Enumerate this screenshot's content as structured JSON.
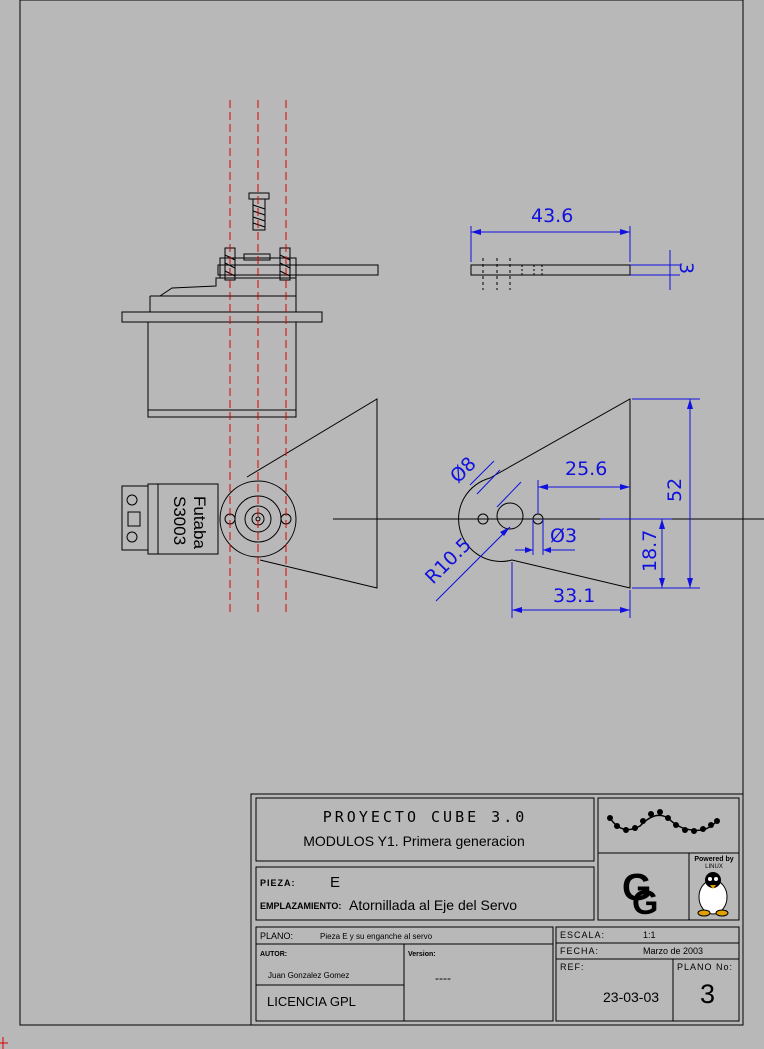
{
  "title_block": {
    "project": "PROYECTO CUBE 3.0",
    "subtitle": "MODULOS Y1. Primera generacion",
    "pieza_label": "PIEZA:",
    "pieza_value": "E",
    "emplazamiento_label": "EMPLAZAMIENTO:",
    "emplazamiento_value": "Atornillada al Eje del Servo",
    "plano_label": "PLANO:",
    "plano_value": "Pieza E y su enganche al servo",
    "autor_label": "AUTOR:",
    "autor_value": "Juan Gonzalez Gomez",
    "version_label": "Version:",
    "version_value": "----",
    "licencia": "LICENCIA GPL",
    "escala_label": "ESCALA:",
    "escala_value": "1:1",
    "fecha_label": "FECHA:",
    "fecha_value": "Marzo de 2003",
    "ref_label": "REF:",
    "ref_value": "23-03-03",
    "plano_no_label": "PLANO No:",
    "plano_no_value": "3",
    "powered_by": "Powered by",
    "linux": "LINUX",
    "logo_text": "GG"
  },
  "servo_label_1": "Futaba",
  "servo_label_2": "S3003",
  "dimensions": {
    "width_top": "43.6",
    "thickness": "3",
    "dist_hole": "25.6",
    "height_total": "52",
    "diam_8": "Ø8",
    "diam_3": "Ø3",
    "radius": "R10.5",
    "height_lower": "18.7",
    "width_bottom": "33.1"
  },
  "colors": {
    "background": "#b8b8b8",
    "dimension": "#1010e0",
    "centerline": "#e00000"
  }
}
